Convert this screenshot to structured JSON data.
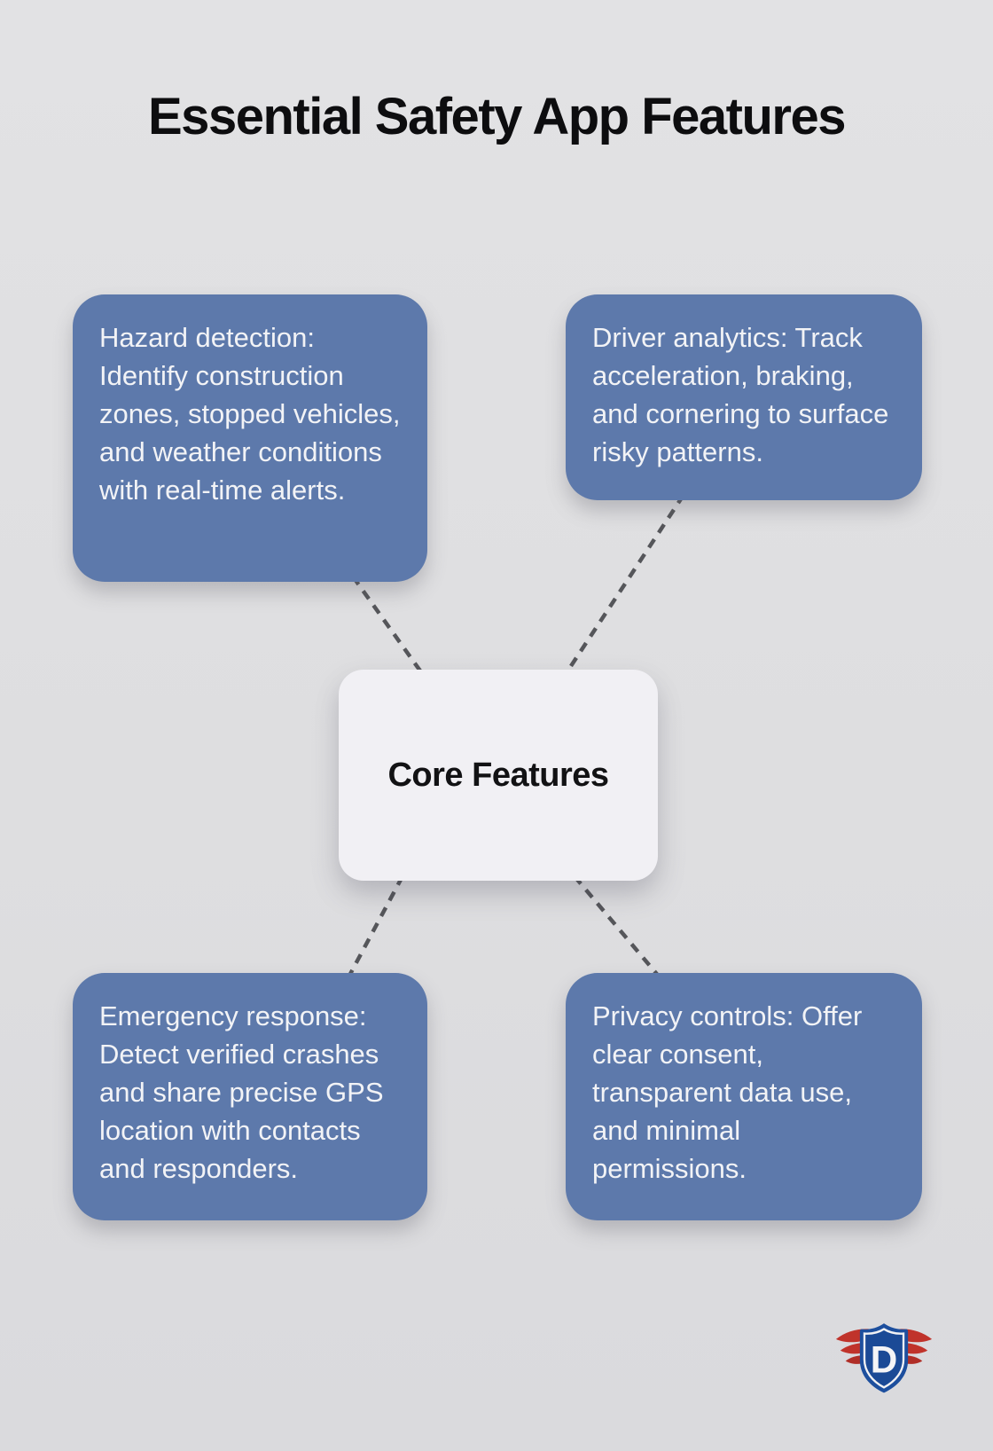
{
  "title": "Essential Safety App Features",
  "center": {
    "label": "Core Features"
  },
  "cards": [
    {
      "name": "hazard-detection",
      "text": "Hazard detection: Identify construction zones, stopped vehicles, and weather conditions with real-time alerts."
    },
    {
      "name": "driver-analytics",
      "text": "Driver analytics: Track acceleration, braking, and cornering to surface risky patterns."
    },
    {
      "name": "emergency-response",
      "text": "Emergency response: Detect verified crashes and share precise GPS location with contacts and responders."
    },
    {
      "name": "privacy-controls",
      "text": "Privacy controls: Offer clear consent, transparent data use, and minimal permissions."
    }
  ],
  "logo": {
    "letter": "D"
  },
  "colors": {
    "canvas_bg": "#dfdfe1",
    "card_blue": "#5d79ab",
    "card_text": "#f2f3f6",
    "center_bg": "#f1f0f4",
    "connector_gray": "#55565a",
    "title_color": "#0d0d0f",
    "logo_blue": "#1d4f9e",
    "logo_red": "#c0332b"
  }
}
